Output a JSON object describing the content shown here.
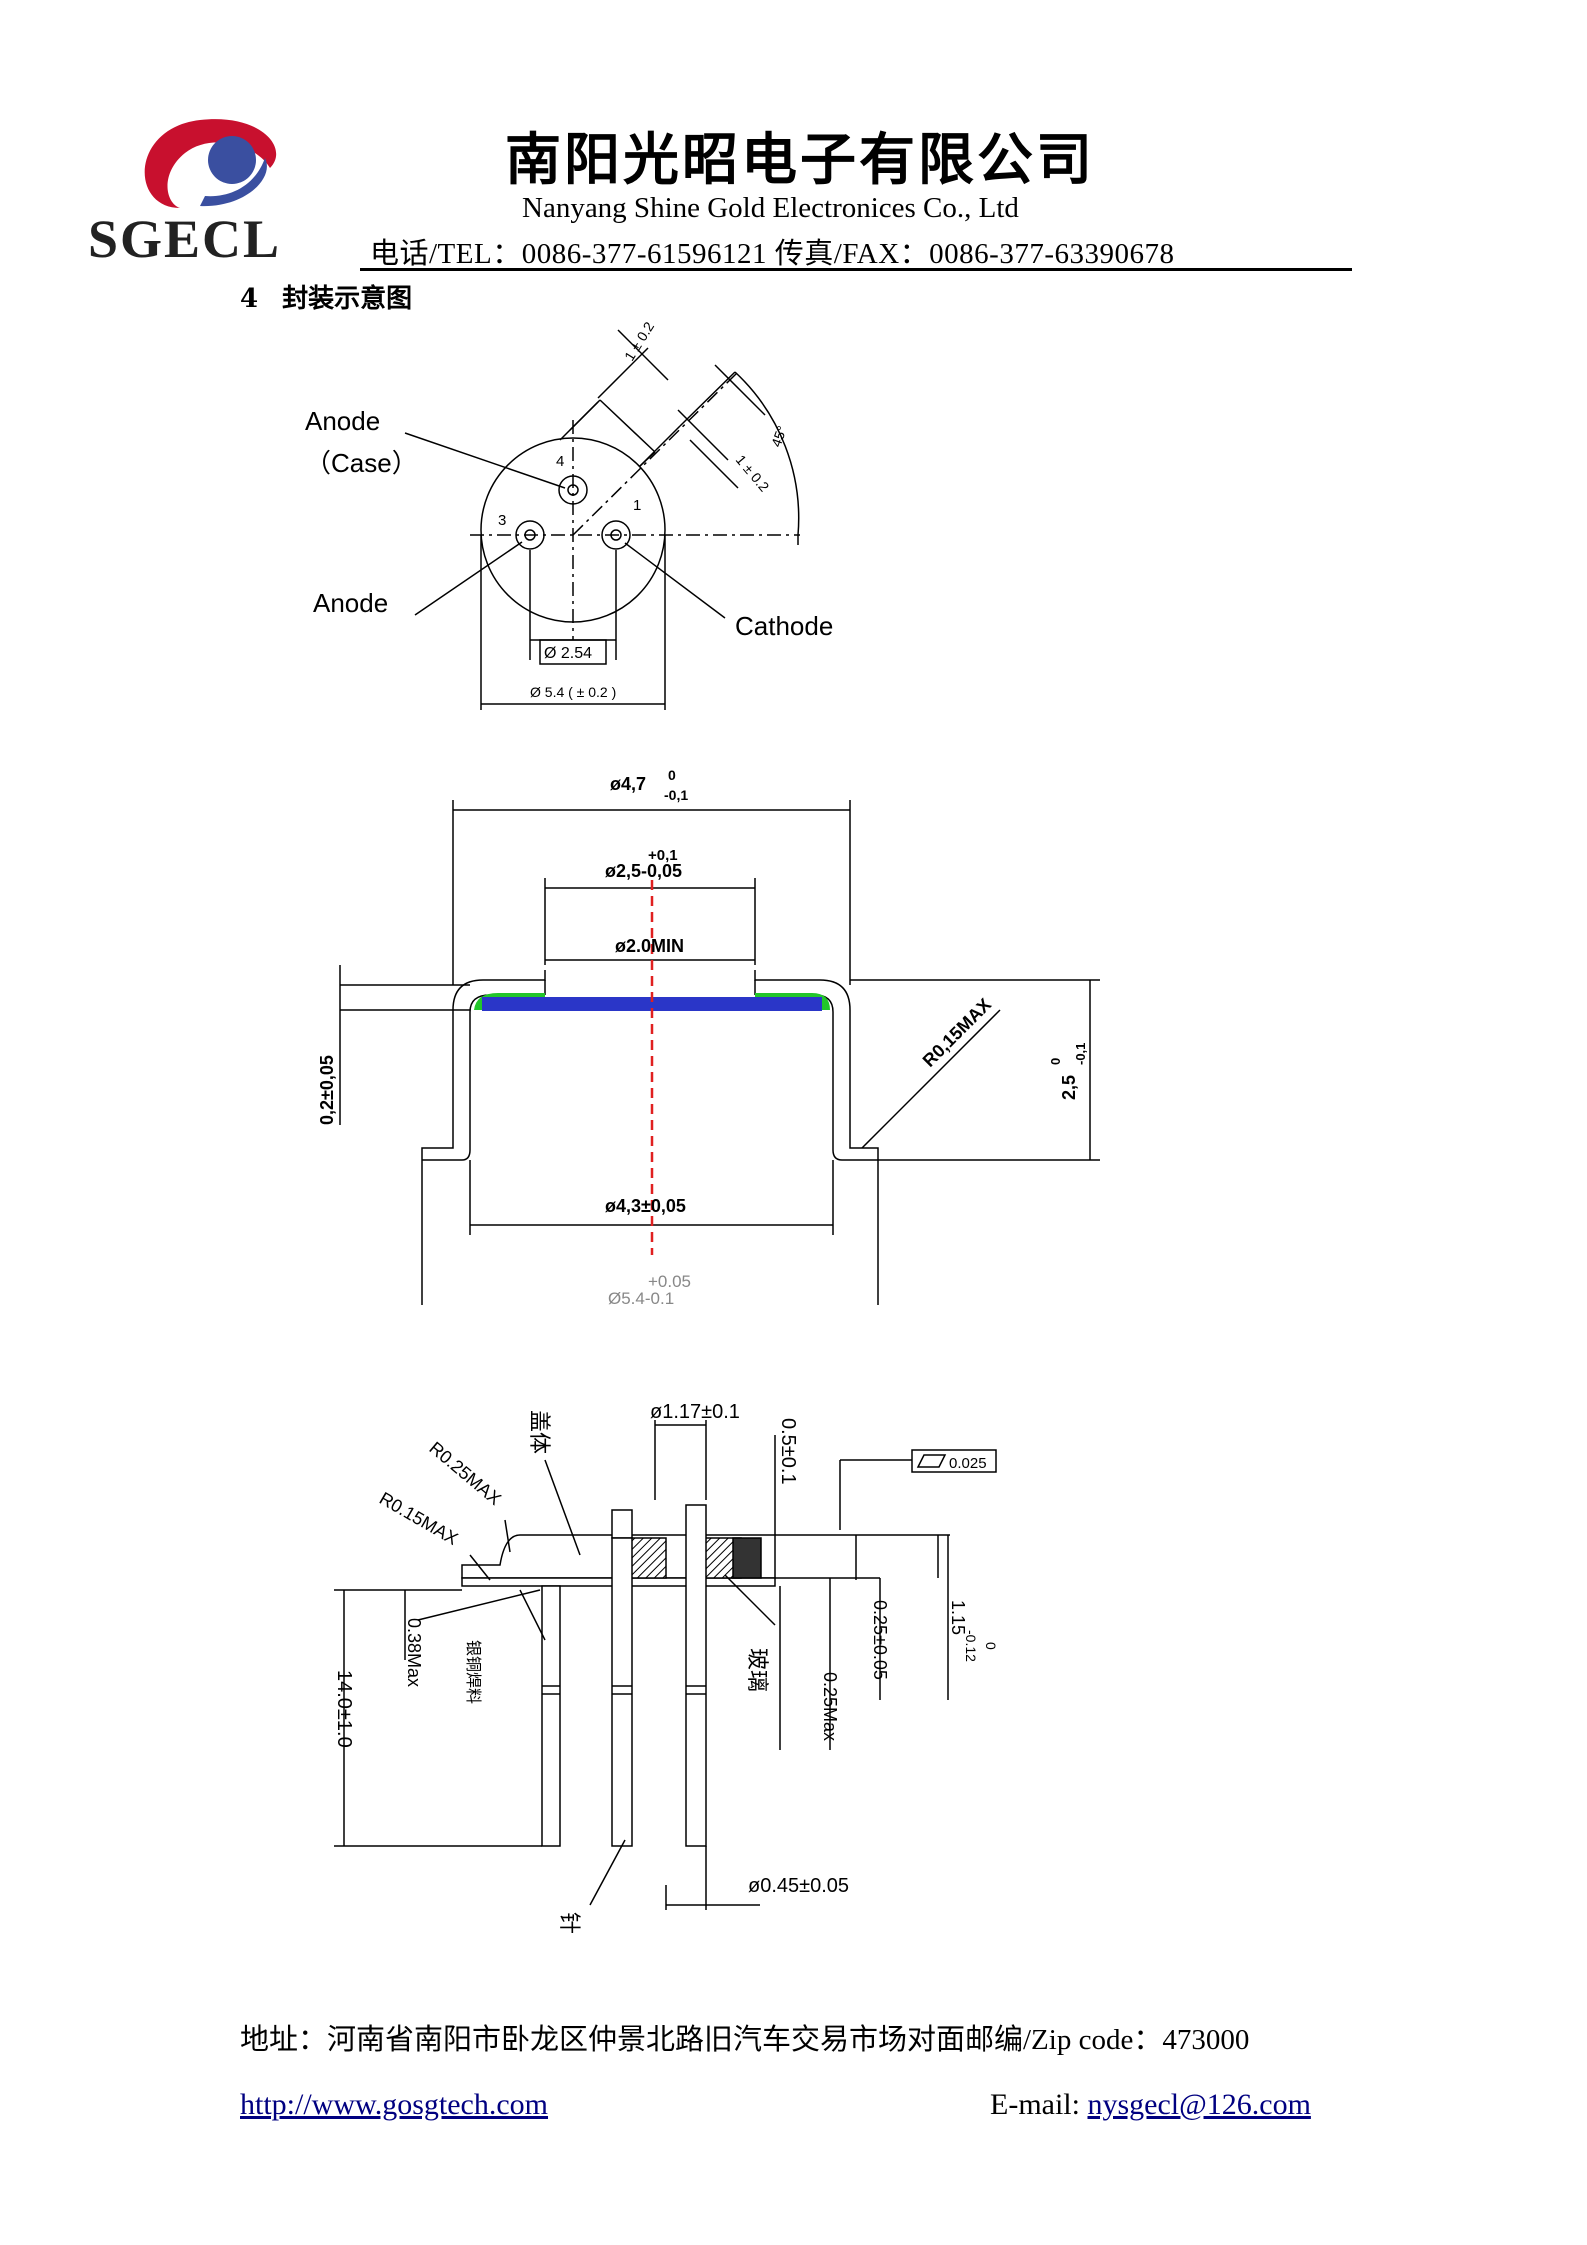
{
  "header": {
    "logo_text": "SGECL",
    "company_cn": "南阳光昭电子有限公司",
    "company_en": "Nanyang Shine Gold Electronices Co., Ltd",
    "contact": "电话/TEL：0086-377-61596121 传真/FAX：0086-377-63390678"
  },
  "section": {
    "number": "4",
    "title": "封装示意图"
  },
  "top_view": {
    "anode_case_label": "Anode",
    "case_label": "（Case）",
    "anode_label": "Anode",
    "cathode_label": "Cathode",
    "pin_1": "1",
    "pin_3": "3",
    "pin_4": "4",
    "dim_pitch": "Ø 2.54",
    "dim_outer": "Ø 5.4 ( ± 0.2 )",
    "dim_tab_1": "1 ± 0.2",
    "dim_tab_2": "1 ± 0.2",
    "angle": "45°"
  },
  "cap_view": {
    "dim_top_main": "ø4,7",
    "dim_top_tol_upper": "0",
    "dim_top_tol_lower": "-0,1",
    "dim_window_upper": "+0,1",
    "dim_window": "ø2,5-0,05",
    "dim_min": "ø2.0MIN",
    "dim_thickness": "0,2±0,05",
    "dim_radius": "R0,15MAX",
    "dim_height": "2,5",
    "dim_height_tol_upper": "0",
    "dim_height_tol_lower": "-0,1",
    "dim_inner": "ø4,3±0,05",
    "dim_base_upper": "+0.05",
    "dim_base": "Ø5.4-0.1"
  },
  "side_view": {
    "lid_label": "盖体",
    "r025": "R0.25MAX",
    "r015": "R0.15MAX",
    "pin_dia_top": "ø1.17±0.1",
    "dim_05": "0.5±0.1",
    "flatness": "0.025",
    "dim_038": "0.38Max",
    "solder_label": "银铜焊料",
    "dim_14": "14.0±1.0",
    "glass_label": "玻璃",
    "dim_025max": "0.25Max",
    "dim_025": "0.25±0.05",
    "dim_115": "1.15",
    "dim_115_tol_upper": "0",
    "dim_115_tol_lower": "-0.12",
    "pin_dia": "ø0.45±0.05",
    "pin_label": "针"
  },
  "footer": {
    "address": "地址：河南省南阳市卧龙区仲景北路旧汽车交易市场对面邮编/Zip code：473000",
    "website": "http://www.gosgtech.com",
    "email_prefix": "E-mail: ",
    "email": "nysgecl@126.com"
  },
  "colors": {
    "logo_red": "#c8102e",
    "logo_blue": "#3a4fa0",
    "seal_green": "#22c62a",
    "window_blue": "#2a36c8",
    "axis_red": "#e02020"
  }
}
